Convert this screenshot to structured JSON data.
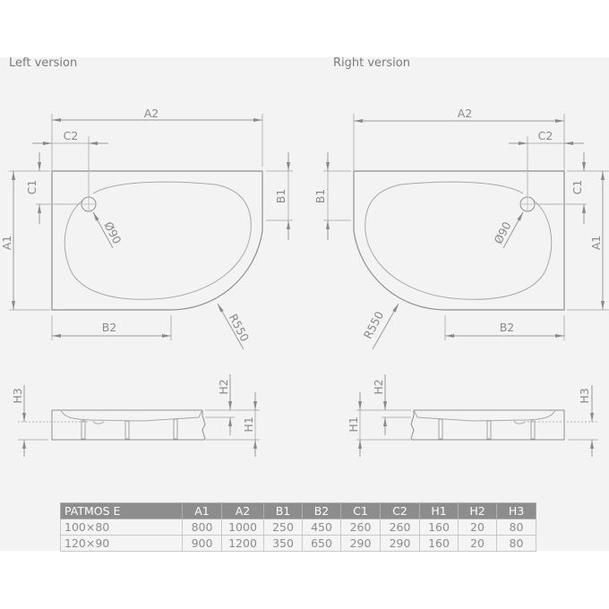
{
  "titles": {
    "left": "Left version",
    "right": "Right version"
  },
  "dimension_labels": {
    "A1": "A1",
    "A2": "A2",
    "B1": "B1",
    "B2": "B2",
    "C1": "C1",
    "C2": "C2",
    "H1": "H1",
    "H2": "H2",
    "H3": "H3",
    "radius": "R550",
    "drain": "Ø90"
  },
  "table": {
    "headers": [
      "PATMOS E",
      "A1",
      "A2",
      "B1",
      "B2",
      "C1",
      "C2",
      "H1",
      "H2",
      "H3"
    ],
    "rows": [
      [
        "100×80",
        "800",
        "1000",
        "250",
        "450",
        "260",
        "260",
        "160",
        "20",
        "80"
      ],
      [
        "120×90",
        "900",
        "1200",
        "350",
        "650",
        "290",
        "290",
        "160",
        "20",
        "80"
      ]
    ]
  },
  "colors": {
    "panel_bg": "#f3f3f3",
    "line": "#9a9a9a",
    "table_header_bg": "#8d8d8d",
    "text": "#8a8a8a"
  }
}
